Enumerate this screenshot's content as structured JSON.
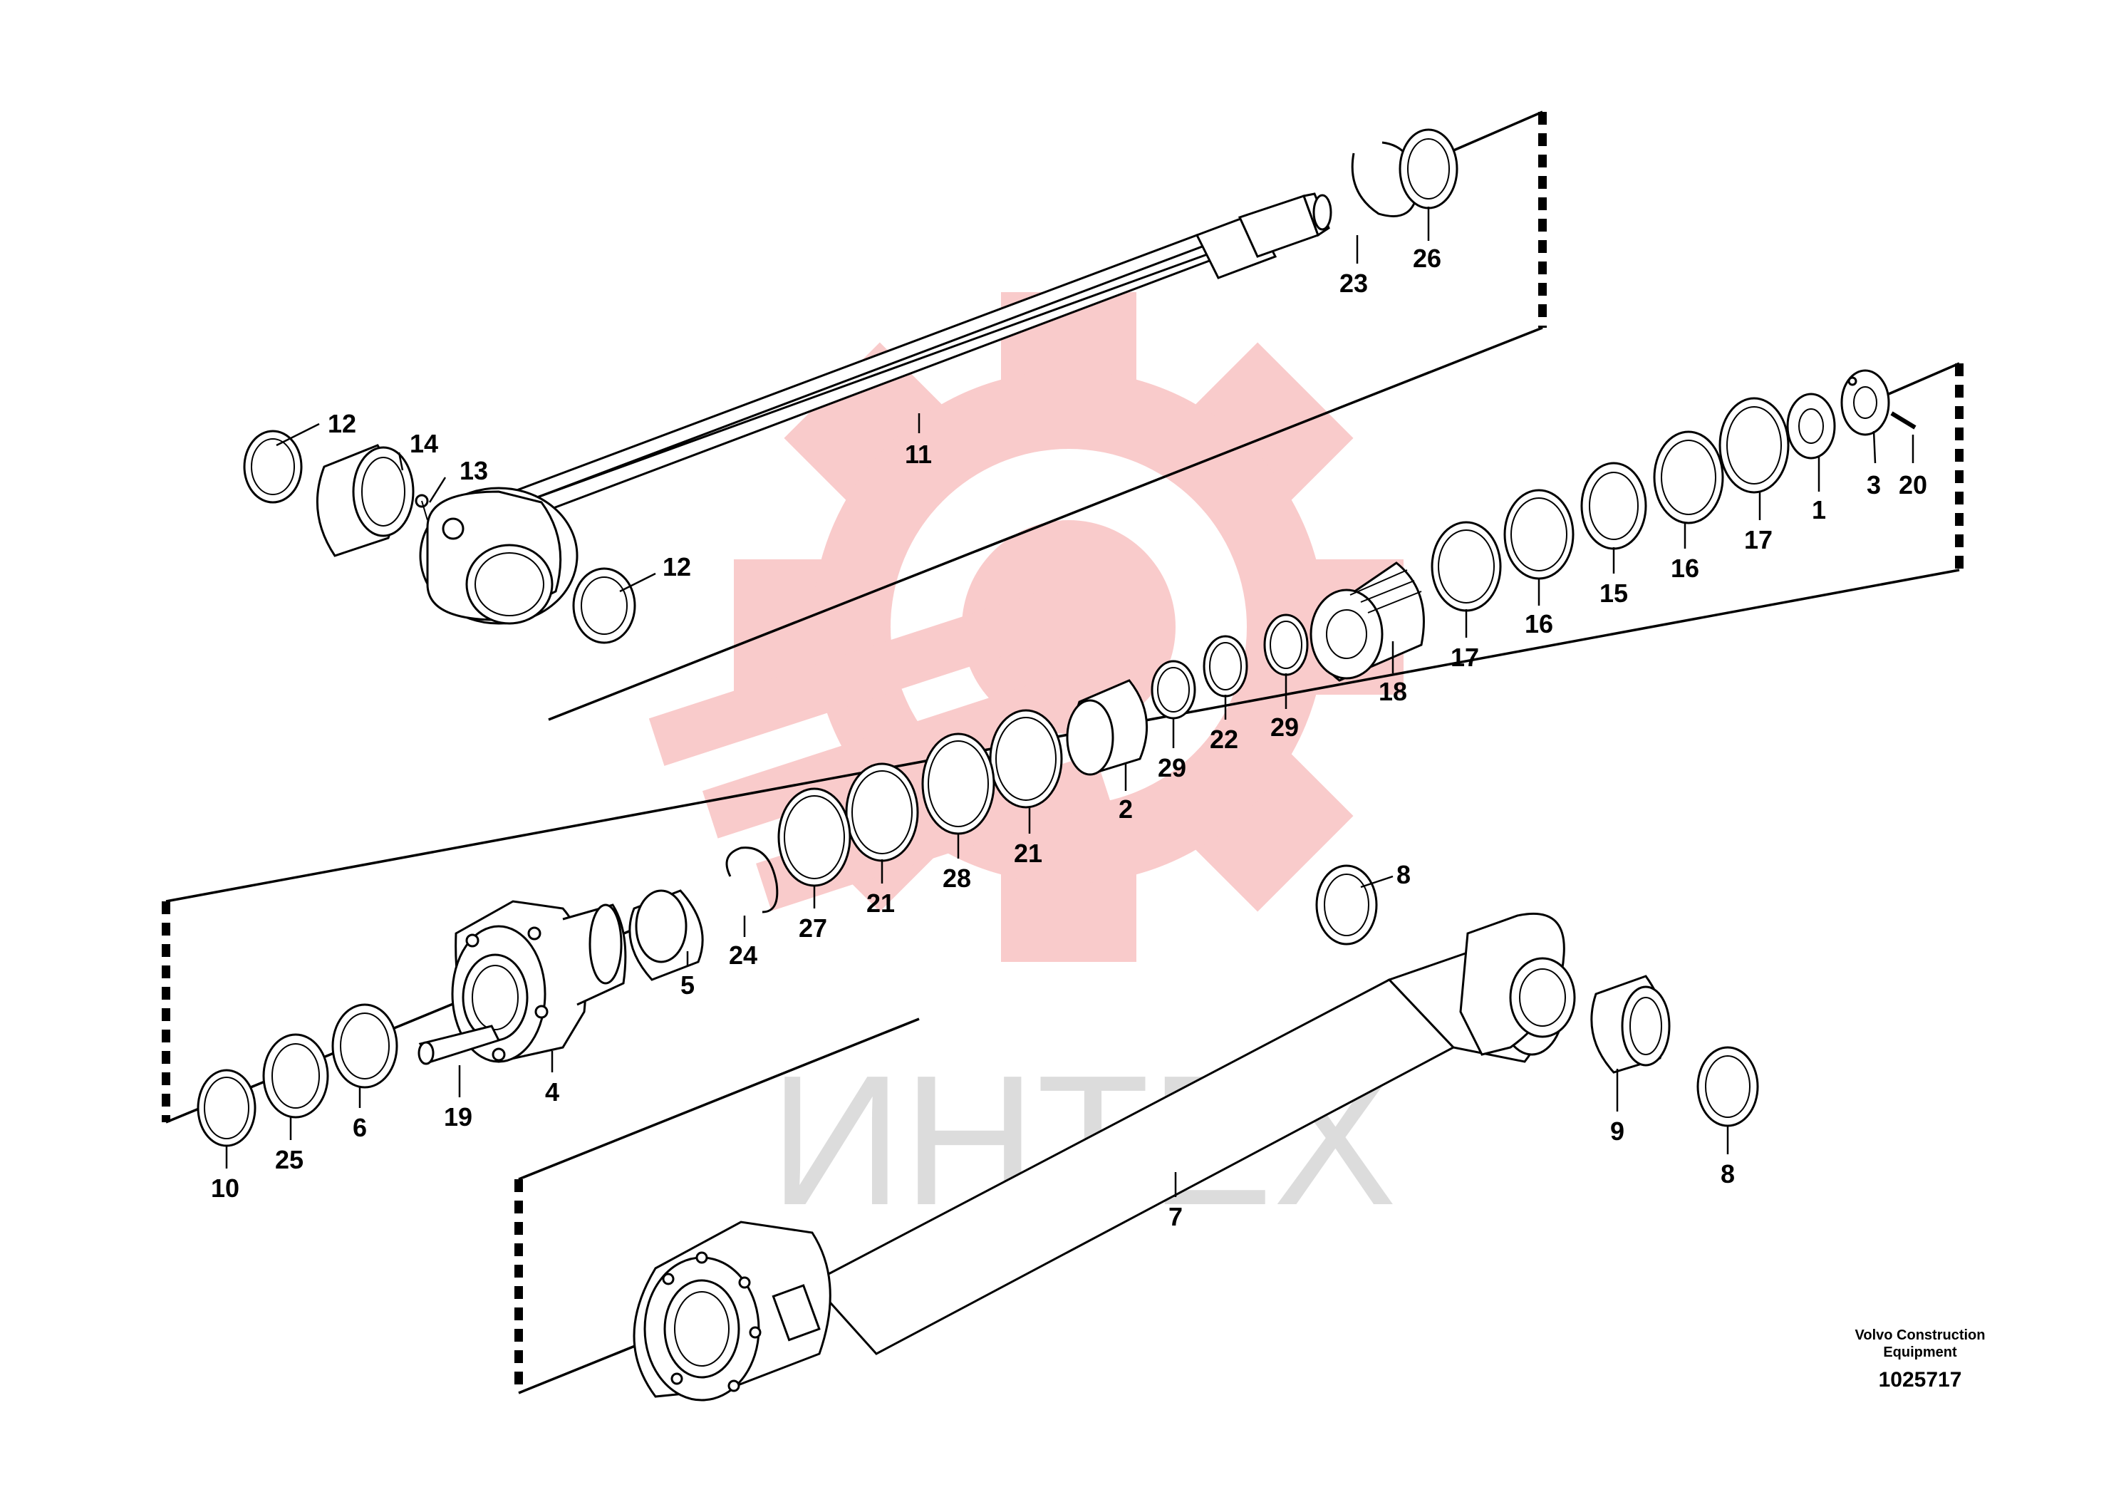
{
  "diagram": {
    "watermark_text": "ИНТЕХ",
    "watermark_color": "#f08a8a",
    "watermark_text_color": "#d9d9d9",
    "publisher_line1": "Volvo Construction",
    "publisher_line2": "Equipment",
    "drawing_number": "1025717"
  },
  "callouts": [
    {
      "id": "c11",
      "label": "11"
    },
    {
      "id": "c12a",
      "label": "12"
    },
    {
      "id": "c12b",
      "label": "12"
    },
    {
      "id": "c14",
      "label": "14"
    },
    {
      "id": "c13",
      "label": "13"
    },
    {
      "id": "c23",
      "label": "23"
    },
    {
      "id": "c26",
      "label": "26"
    },
    {
      "id": "c3",
      "label": "3"
    },
    {
      "id": "c20",
      "label": "20"
    },
    {
      "id": "c1",
      "label": "1"
    },
    {
      "id": "c17a",
      "label": "17"
    },
    {
      "id": "c16a",
      "label": "16"
    },
    {
      "id": "c15",
      "label": "15"
    },
    {
      "id": "c16b",
      "label": "16"
    },
    {
      "id": "c17b",
      "label": "17"
    },
    {
      "id": "c18",
      "label": "18"
    },
    {
      "id": "c29a",
      "label": "29"
    },
    {
      "id": "c22",
      "label": "22"
    },
    {
      "id": "c29b",
      "label": "29"
    },
    {
      "id": "c2",
      "label": "2"
    },
    {
      "id": "c21a",
      "label": "21"
    },
    {
      "id": "c28",
      "label": "28"
    },
    {
      "id": "c21b",
      "label": "21"
    },
    {
      "id": "c27",
      "label": "27"
    },
    {
      "id": "c24",
      "label": "24"
    },
    {
      "id": "c5",
      "label": "5"
    },
    {
      "id": "c4",
      "label": "4"
    },
    {
      "id": "c19",
      "label": "19"
    },
    {
      "id": "c6",
      "label": "6"
    },
    {
      "id": "c25",
      "label": "25"
    },
    {
      "id": "c10",
      "label": "10"
    },
    {
      "id": "c8a",
      "label": "8"
    },
    {
      "id": "c9",
      "label": "9"
    },
    {
      "id": "c8b",
      "label": "8"
    },
    {
      "id": "c7",
      "label": "7"
    }
  ]
}
